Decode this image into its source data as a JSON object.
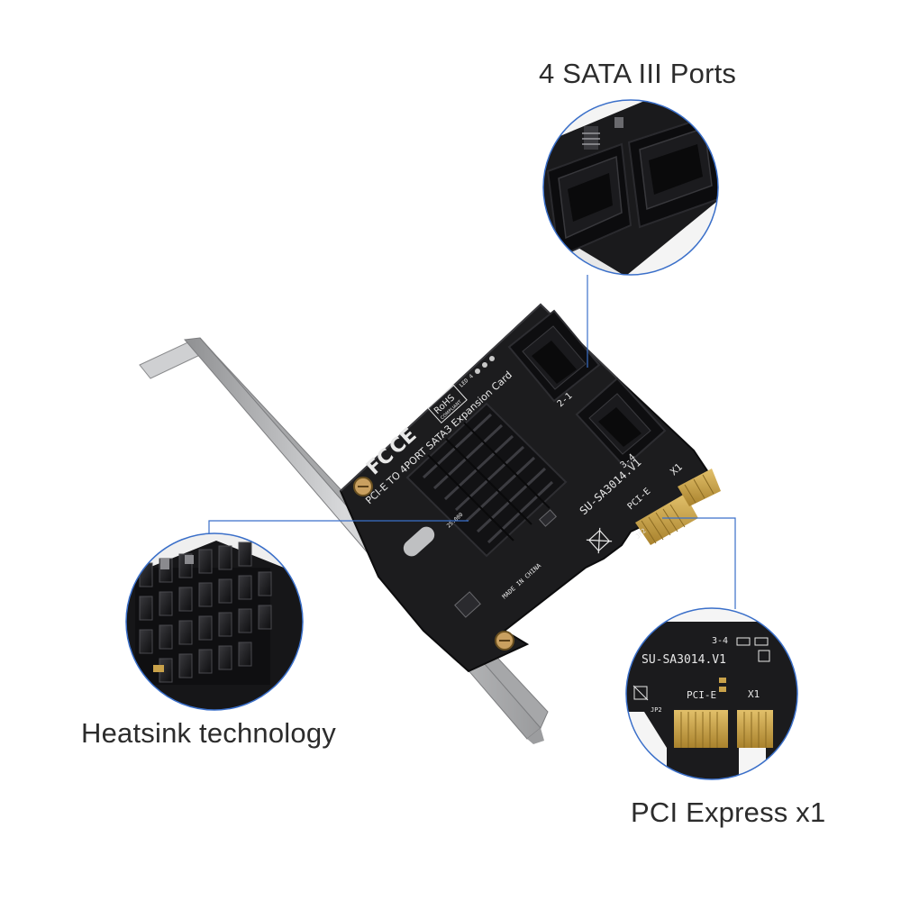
{
  "captions": {
    "sata_ports": "4 SATA III Ports",
    "heatsink": "Heatsink technology",
    "pci_express": "PCI Express x1"
  },
  "board": {
    "title_line": "PCI-E TO 4PORT SATA3 Expansion Card",
    "model": "SU-SA3014.V1",
    "slot_label": "PCI-E",
    "lane_label": "X1",
    "port_group_a": "2-1",
    "port_group_b": "3-4",
    "fc_mark": "FC",
    "ce_mark": "CE",
    "rohs_mark": "RoHS",
    "rohs_sub": "COMPLIANT",
    "made_in": "MADE IN CHINA",
    "jumper_label": "JP2",
    "crystal_label": "25.000",
    "led_label": "LED 4"
  },
  "colors": {
    "pcb": "#1c1c1e",
    "heatsink": "#141416",
    "gold": "#c9a24a",
    "callout_line": "#3a6fc9",
    "bracket": "#b9b9bb",
    "caption_text": "#2c2c2c"
  }
}
